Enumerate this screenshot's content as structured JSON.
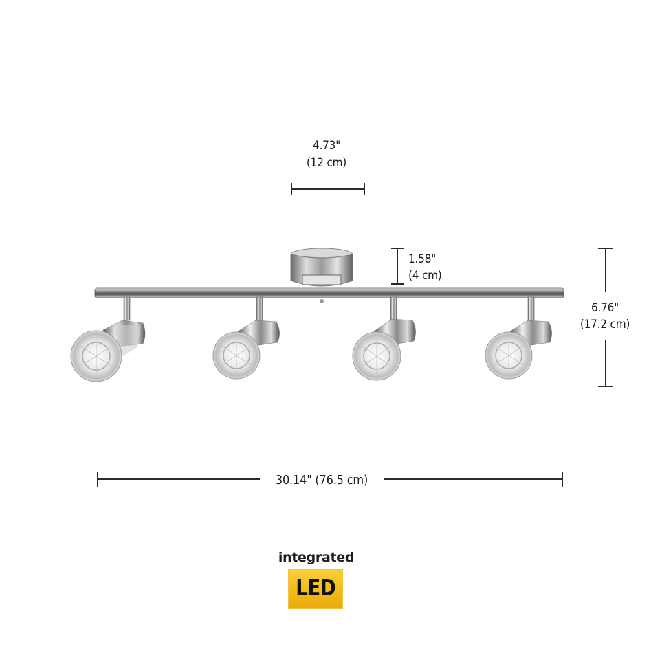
{
  "diagram": {
    "subject": "4-light chrome track light fixture with crystal shades",
    "dimensions": {
      "canopy_diameter": {
        "inches": "4.73\"",
        "cm": "(12 cm)"
      },
      "canopy_height": {
        "inches": "1.58\"",
        "cm": "(4 cm)"
      },
      "fixture_height": {
        "inches": "6.76\"",
        "cm": "(17.2 cm)"
      },
      "fixture_length": {
        "label": "30.14\" (76.5 cm)"
      }
    },
    "lamp_heads": 4,
    "badge": {
      "caption": "integrated",
      "label": "LED",
      "color": "#f3b915"
    },
    "colors": {
      "background": "#ffffff",
      "dimension_lines": "#2a2a2a",
      "chrome": "#9a9a9a"
    }
  }
}
